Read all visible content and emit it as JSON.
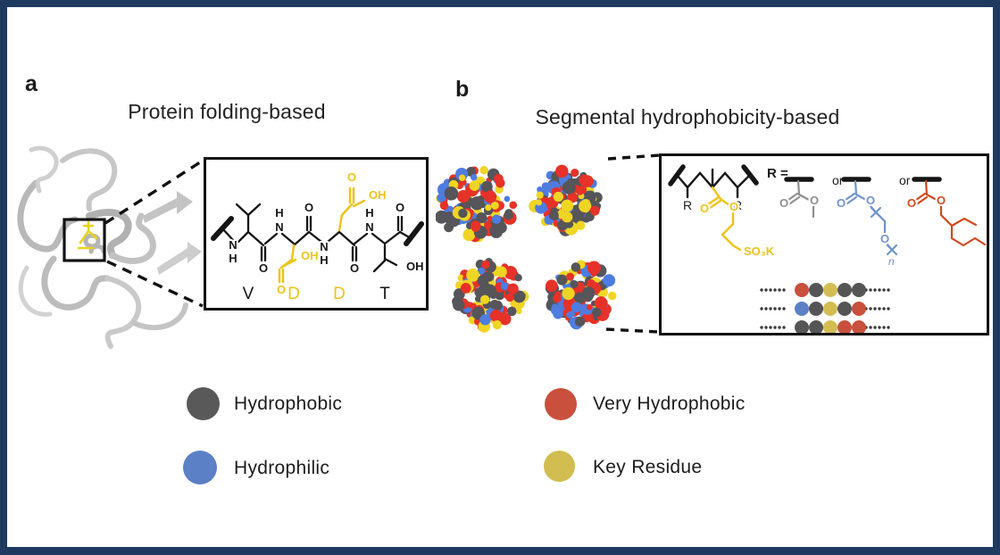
{
  "colors": {
    "frame": "#1e3a5f",
    "ink": "#151515",
    "chem_yellow": "#eec31a",
    "chem_gray": "#8f8f8f",
    "chem_blue": "#6f93cc",
    "chem_orange": "#cf4a1e",
    "ribbon_gray": "#bcbcbc",
    "dot": {
      "red": "#c8503c",
      "gray": "#555555",
      "yellow": "#d3bd53",
      "blue": "#5b80c6"
    },
    "blob": [
      "#55555a",
      "#e63228",
      "#4e7ce0",
      "#f0d524"
    ]
  },
  "panel_a": {
    "label": "a",
    "title": "Protein folding-based",
    "residues": [
      {
        "letter": "V",
        "color": "ink"
      },
      {
        "letter": "D",
        "color": "yellow"
      },
      {
        "letter": "D",
        "color": "yellow"
      },
      {
        "letter": "T",
        "color": "ink"
      }
    ]
  },
  "panel_b": {
    "label": "b",
    "title": "Segmental hydrophobicity-based",
    "r_equals": "R =",
    "or_1": "or",
    "or_2": "or",
    "r_label_1": "R",
    "r_label_2": "R",
    "sulfonate": "SO₃K",
    "repeat_n": "n",
    "dot_rows": [
      [
        "red",
        "gray",
        "yellow",
        "gray",
        "gray"
      ],
      [
        "blue",
        "gray",
        "yellow",
        "gray",
        "red"
      ],
      [
        "gray",
        "gray",
        "yellow",
        "red",
        "red"
      ]
    ]
  },
  "chem": {
    "N": "N",
    "H": "H",
    "O": "O",
    "OH": "OH"
  },
  "legend": {
    "items": [
      {
        "label": "Hydrophobic",
        "color": "#595959"
      },
      {
        "label": "Hydrophilic",
        "color": "#5b80c6"
      },
      {
        "label": "Very Hydrophobic",
        "color": "#c8503c"
      },
      {
        "label": "Key Residue",
        "color": "#d2bd50"
      }
    ]
  }
}
